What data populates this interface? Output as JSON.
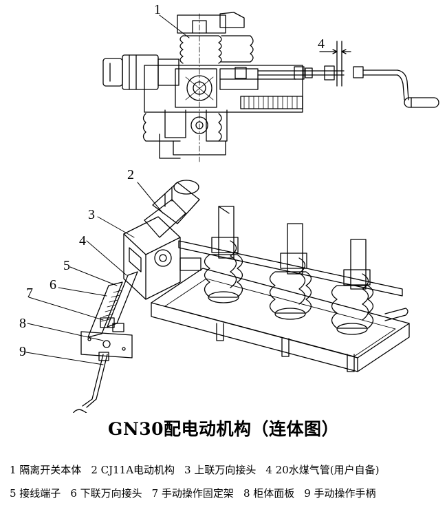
{
  "callouts": {
    "top": [
      "1",
      "4"
    ],
    "bottom": [
      "2",
      "3",
      "4",
      "5",
      "6",
      "7",
      "8",
      "9"
    ]
  },
  "title": "GN30配电动机构（连体图）",
  "legend": {
    "row1": [
      "1  隔离开关本体",
      "2 CJ11A电动机构",
      "3 上联万向接头",
      "4  20水煤气管(用户自备)"
    ],
    "row2": [
      "5  接线端子",
      "6 下联万向接头",
      "7 手动操作固定架",
      "8  柜体面板",
      "9 手动操作手柄"
    ]
  }
}
